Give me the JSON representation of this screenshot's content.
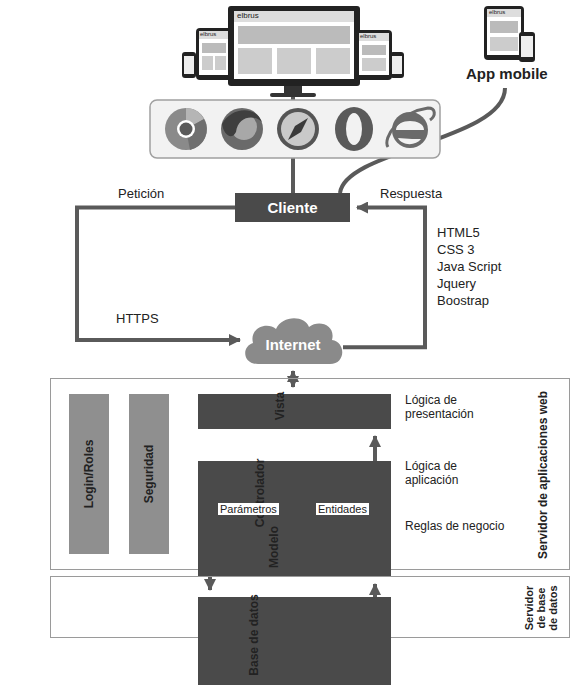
{
  "diagram": {
    "nodes": [
      {
        "text": [
          "Cliente"
        ]
      },
      {
        "text": [
          "Internet"
        ]
      },
      {
        "text": [
          "Servidor de aplicaciones web"
        ]
      },
      {
        "text": [
          "Login/Roles"
        ],
        "in": 2
      },
      {
        "text": [
          "Seguridad"
        ],
        "in": 2
      },
      {
        "text": [
          "Vista"
        ],
        "in": 2
      },
      {
        "text": [
          "Controlador"
        ],
        "in": 2
      },
      {
        "text": [
          "Modelo"
        ],
        "in": 2
      },
      {
        "text": [
          "Servidor de base de datos"
        ]
      },
      {
        "text": [
          "Base de datos"
        ],
        "in": 8
      }
    ],
    "edges": [
      {
        "from": 0,
        "to": 1,
        "label": "Petición",
        "arrow": "to"
      },
      {
        "from": 1,
        "to": 0,
        "label": "Respuesta",
        "arrow": "to"
      },
      {
        "from": 1,
        "to": 5,
        "arrow": "both"
      },
      {
        "from": 6,
        "to": 5,
        "arrow": "to"
      },
      {
        "from": 6,
        "to": 7,
        "label": "Parámetros",
        "arrow": "to"
      },
      {
        "from": 7,
        "to": 6,
        "label": "Entidades",
        "arrow": "to"
      },
      {
        "from": 7,
        "to": 9,
        "arrow": "to"
      },
      {
        "from": 9,
        "to": 7,
        "arrow": "to"
      }
    ],
    "labels": [
      "App mobile",
      "elbrus",
      "elbrus",
      "elbrus",
      "elbrus",
      "HTTPS",
      "HTML5",
      "CSS 3",
      "Java Script",
      "Jquery",
      "Boostrap",
      "Lógica de presentación",
      "Lógica de aplicación",
      "Reglas de negocio"
    ]
  }
}
